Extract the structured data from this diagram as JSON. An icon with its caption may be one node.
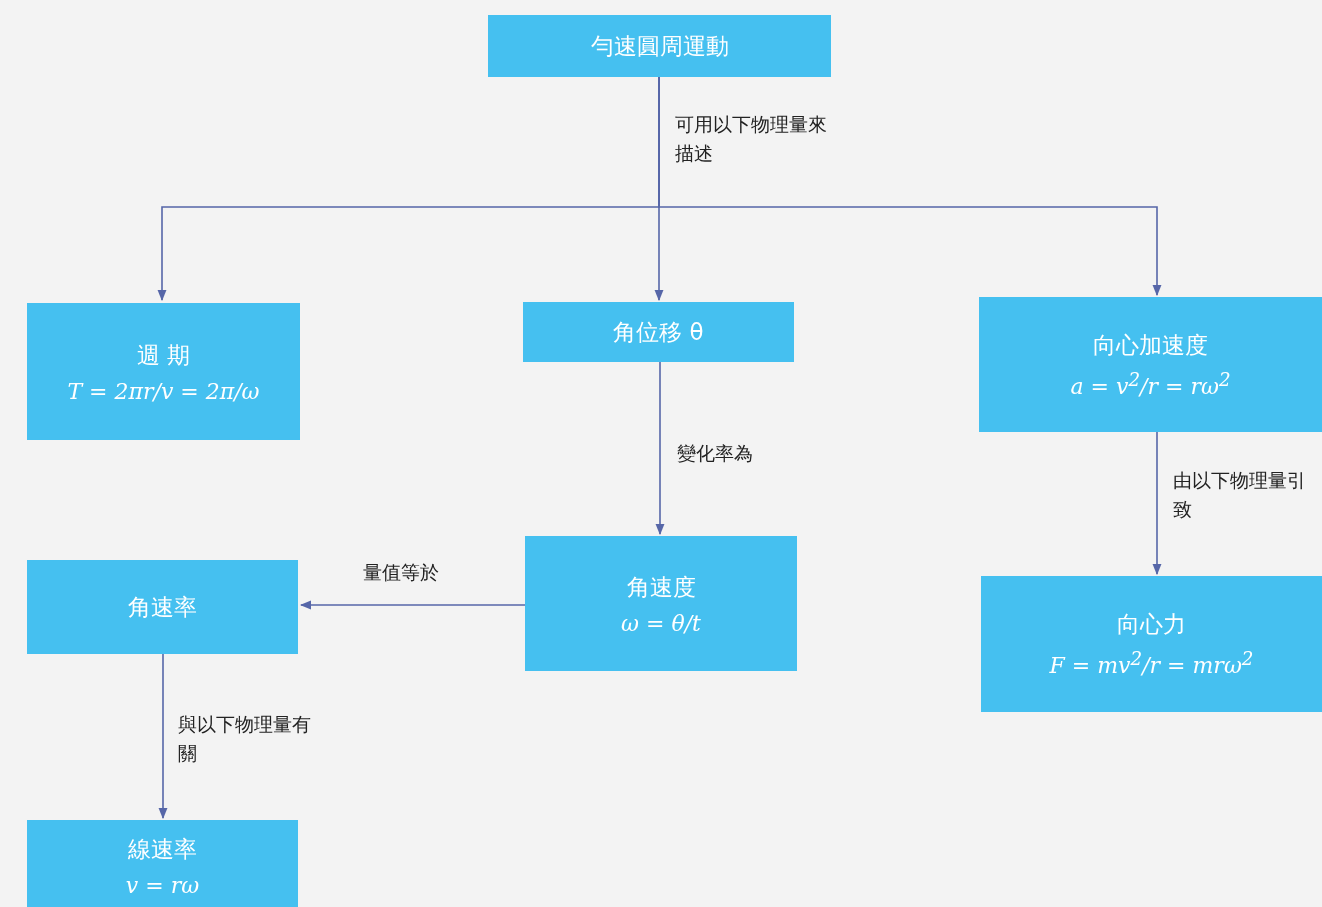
{
  "diagram": {
    "nodes": [
      {
        "text": [
          "勻速圓周運動"
        ]
      },
      {
        "text": [
          "週 期",
          "T = 2πr/v = 2π/ω"
        ]
      },
      {
        "text": [
          "角位移 θ"
        ]
      },
      {
        "text": [
          "向心加速度",
          "a = v$^{2}$/r = rω$^{2}$"
        ]
      },
      {
        "text": [
          "角速率"
        ]
      },
      {
        "text": [
          "角速度",
          "ω = θ/t"
        ]
      },
      {
        "text": [
          "向心力",
          "F = mv$^{2}$/r = mrω$^{2}$"
        ]
      },
      {
        "text": [
          "線速率",
          "v = rω"
        ]
      }
    ],
    "edges": [
      {
        "from": 0,
        "to": 1,
        "arrow": "to"
      },
      {
        "from": 0,
        "to": 2,
        "arrow": "to",
        "label": "可用以下物理量來描述"
      },
      {
        "from": 0,
        "to": 3,
        "arrow": "to"
      },
      {
        "from": 2,
        "to": 5,
        "arrow": "to",
        "label": "變化率為"
      },
      {
        "from": 5,
        "to": 4,
        "arrow": "to",
        "label": "量值等於"
      },
      {
        "from": 3,
        "to": 6,
        "arrow": "to",
        "label": "由以下物理量引致"
      },
      {
        "from": 4,
        "to": 7,
        "arrow": "to",
        "label": "與以下物理量有關"
      }
    ]
  }
}
